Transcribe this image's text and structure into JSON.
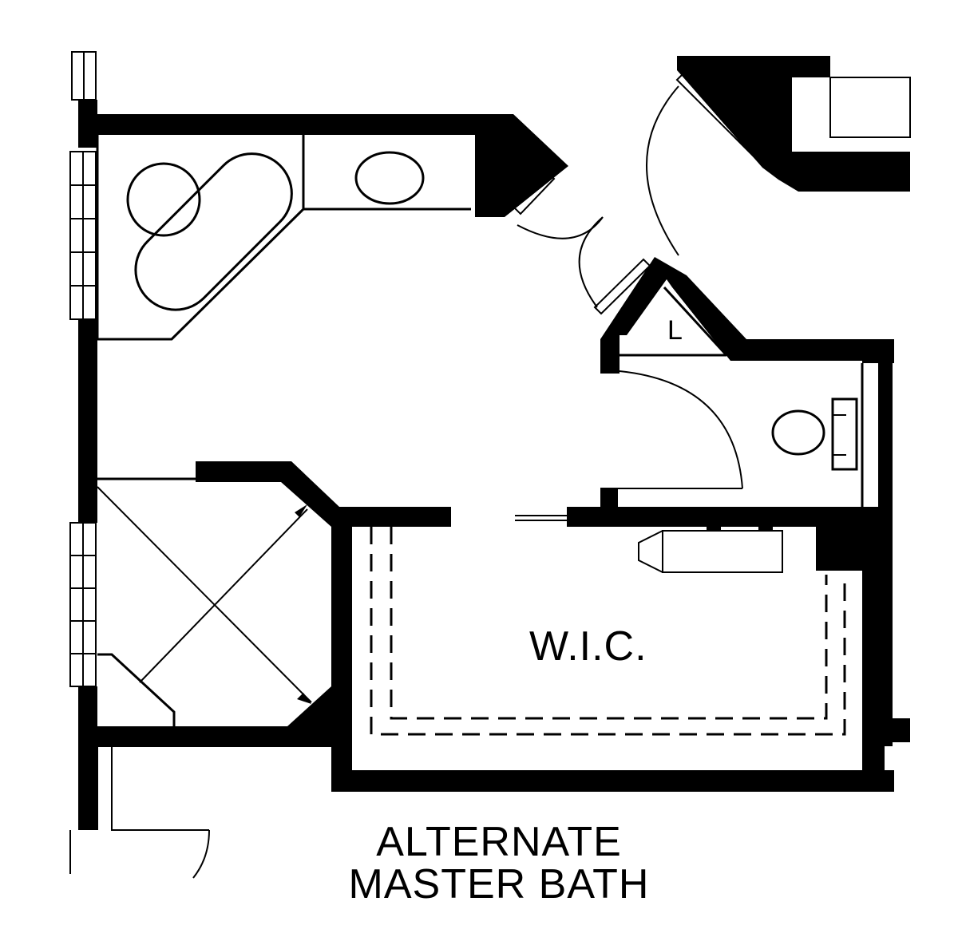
{
  "plan": {
    "rooms": {
      "closet_label": "W.I.C.",
      "linen_mark": "L"
    },
    "title": {
      "line1": "ALTERNATE",
      "line2": "MASTER BATH"
    }
  }
}
